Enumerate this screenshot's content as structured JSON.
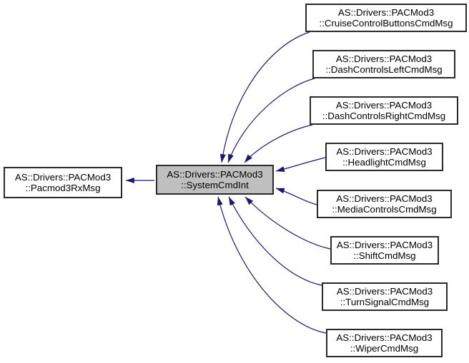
{
  "diagram": {
    "kind": "class-inheritance-graph",
    "arrow_color": "#191970",
    "node_border_color": "#2a2a2a",
    "highlight_fill": "#bfbfbf",
    "node_fill": "#ffffff",
    "background": "#ffffff"
  },
  "nodes": {
    "pacmod3rxmsg": {
      "line1": "AS::Drivers::PACMod3",
      "line2": "::Pacmod3RxMsg"
    },
    "systemcmdint": {
      "line1": "AS::Drivers::PACMod3",
      "line2": "::SystemCmdInt"
    },
    "cruisecontrolbuttons": {
      "line1": "AS::Drivers::PACMod3",
      "line2": "::CruiseControlButtonsCmdMsg"
    },
    "dashcontrolsleft": {
      "line1": "AS::Drivers::PACMod3",
      "line2": "::DashControlsLeftCmdMsg"
    },
    "dashcontrolsright": {
      "line1": "AS::Drivers::PACMod3",
      "line2": "::DashControlsRightCmdMsg"
    },
    "headlight": {
      "line1": "AS::Drivers::PACMod3",
      "line2": "::HeadlightCmdMsg"
    },
    "mediacontrols": {
      "line1": "AS::Drivers::PACMod3",
      "line2": "::MediaControlsCmdMsg"
    },
    "shift": {
      "line1": "AS::Drivers::PACMod3",
      "line2": "::ShiftCmdMsg"
    },
    "turnsignal": {
      "line1": "AS::Drivers::PACMod3",
      "line2": "::TurnSignalCmdMsg"
    },
    "wiper": {
      "line1": "AS::Drivers::PACMod3",
      "line2": "::WiperCmdMsg"
    }
  },
  "edges": [
    {
      "from": "systemcmdint",
      "to": "pacmod3rxmsg",
      "relation": "inherits"
    },
    {
      "from": "cruisecontrolbuttons",
      "to": "systemcmdint",
      "relation": "inherits"
    },
    {
      "from": "dashcontrolsleft",
      "to": "systemcmdint",
      "relation": "inherits"
    },
    {
      "from": "dashcontrolsright",
      "to": "systemcmdint",
      "relation": "inherits"
    },
    {
      "from": "headlight",
      "to": "systemcmdint",
      "relation": "inherits"
    },
    {
      "from": "mediacontrols",
      "to": "systemcmdint",
      "relation": "inherits"
    },
    {
      "from": "shift",
      "to": "systemcmdint",
      "relation": "inherits"
    },
    {
      "from": "turnsignal",
      "to": "systemcmdint",
      "relation": "inherits"
    },
    {
      "from": "wiper",
      "to": "systemcmdint",
      "relation": "inherits"
    }
  ]
}
